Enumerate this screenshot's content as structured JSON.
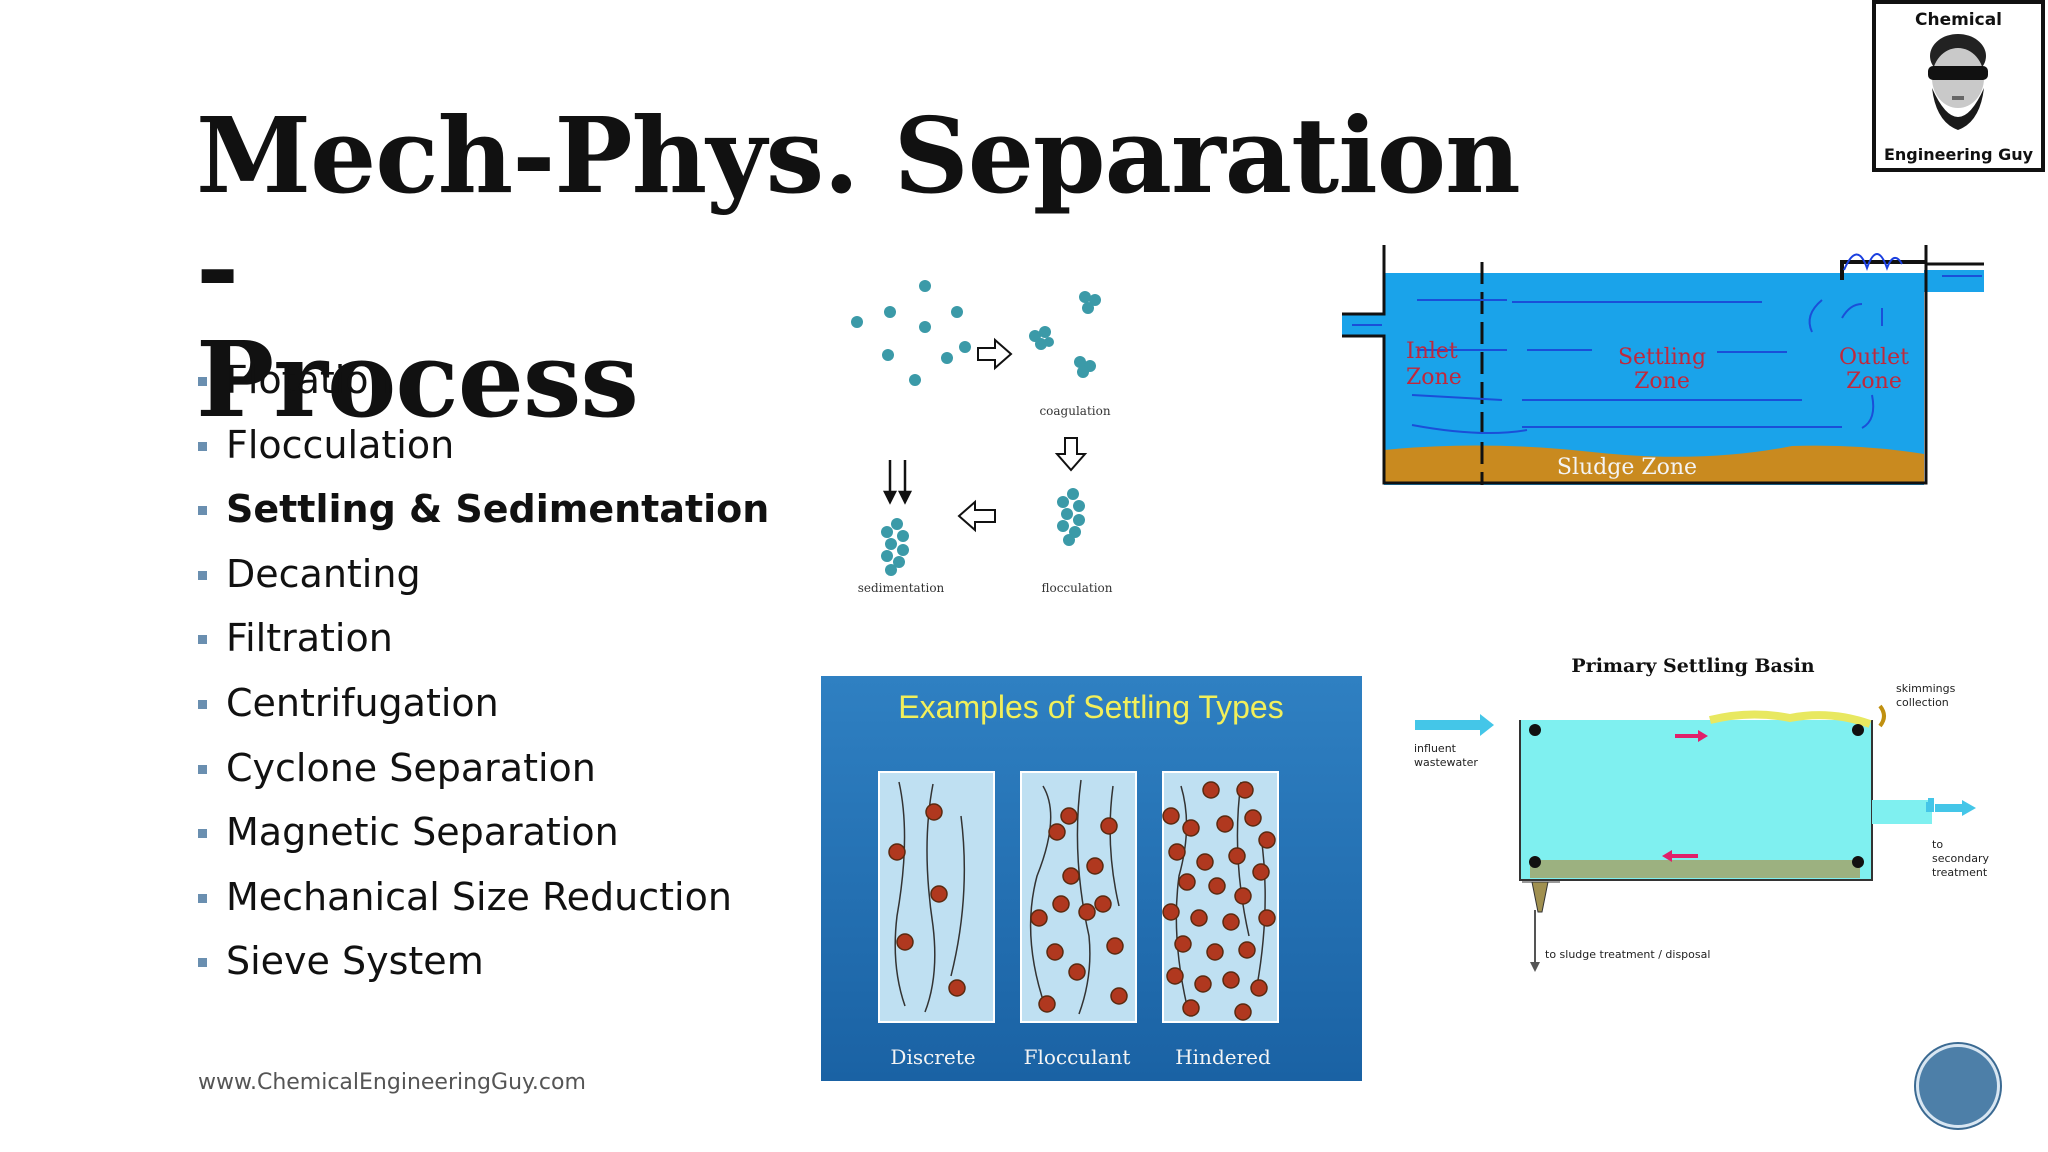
{
  "slide": {
    "title_line1": "Mech-Phys. Separation -",
    "title_line2": "Process",
    "bullets": [
      {
        "label": "Flotation",
        "bold": false
      },
      {
        "label": "Flocculation",
        "bold": false
      },
      {
        "label": "Settling & Sedimentation",
        "bold": true
      },
      {
        "label": "Decanting",
        "bold": false
      },
      {
        "label": "Filtration",
        "bold": false
      },
      {
        "label": "Centrifugation",
        "bold": false
      },
      {
        "label": "Cyclone Separation",
        "bold": false
      },
      {
        "label": "Magnetic Separation",
        "bold": false
      },
      {
        "label": "Mechanical Size Reduction",
        "bold": false
      },
      {
        "label": "Sieve System",
        "bold": false
      }
    ],
    "footer_url": "www.ChemicalEngineeringGuy.com"
  },
  "logo": {
    "line1": "Chemical",
    "line2": "Engineering Guy"
  },
  "figure_flocculation": {
    "coagulation": "coagulation",
    "flocculation": "flocculation",
    "sedimentation": "sedimentation"
  },
  "figure_zones": {
    "inlet_l1": "Inlet",
    "inlet_l2": "Zone",
    "settling_l1": "Settling",
    "settling_l2": "Zone",
    "outlet_l1": "Outlet",
    "outlet_l2": "Zone",
    "sludge": "Sludge Zone"
  },
  "figure_types": {
    "title": "Examples of Settling Types",
    "labels": [
      "Discrete",
      "Flocculant",
      "Hindered"
    ]
  },
  "figure_basin": {
    "title": "Primary Settling Basin",
    "skimmings_l1": "skimmings",
    "skimmings_l2": "collection",
    "influent_l1": "influent",
    "influent_l2": "wastewater",
    "secondary_l1": "to",
    "secondary_l2": "secondary",
    "secondary_l3": "treatment",
    "sludge_out": "to sludge treatment / disposal"
  },
  "colors": {
    "teal_particle": "#3b9aa8",
    "water_blue": "#1aa3ea",
    "sludge_brown": "#c98a1f",
    "zone_label_red": "#c0283c",
    "panel_blue": "#1f6fb0",
    "panel_title_yellow": "#f2ef5a",
    "particle_brown": "#b0381f"
  }
}
